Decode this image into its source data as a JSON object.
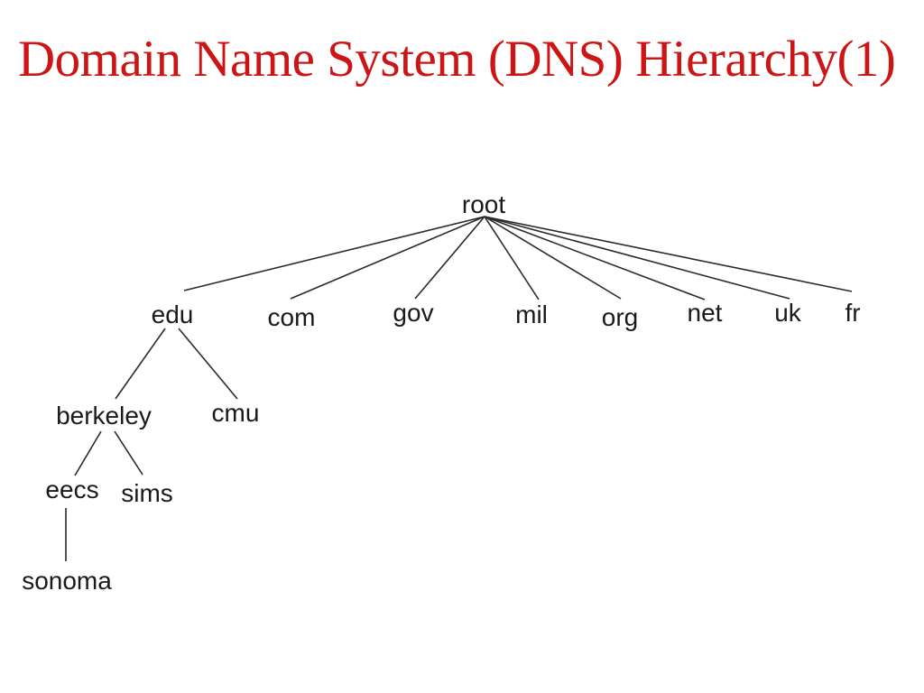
{
  "title": "Domain Name System (DNS) Hierarchy(1)",
  "colors": {
    "title": "#cc1616",
    "node_text": "#1a1a1a",
    "edge_line": "#2a2a2a",
    "background": "#ffffff"
  },
  "nodes": {
    "root": {
      "label": "root"
    },
    "edu": {
      "label": "edu"
    },
    "com": {
      "label": "com"
    },
    "gov": {
      "label": "gov"
    },
    "mil": {
      "label": "mil"
    },
    "org": {
      "label": "org"
    },
    "net": {
      "label": "net"
    },
    "uk": {
      "label": "uk"
    },
    "fr": {
      "label": "fr"
    },
    "berkeley": {
      "label": "berkeley"
    },
    "cmu": {
      "label": "cmu"
    },
    "eecs": {
      "label": "eecs"
    },
    "sims": {
      "label": "sims"
    },
    "sonoma": {
      "label": "sonoma"
    }
  },
  "tree": {
    "edges": [
      [
        "root",
        "edu"
      ],
      [
        "root",
        "com"
      ],
      [
        "root",
        "gov"
      ],
      [
        "root",
        "mil"
      ],
      [
        "root",
        "org"
      ],
      [
        "root",
        "net"
      ],
      [
        "root",
        "uk"
      ],
      [
        "root",
        "fr"
      ],
      [
        "edu",
        "berkeley"
      ],
      [
        "edu",
        "cmu"
      ],
      [
        "berkeley",
        "eecs"
      ],
      [
        "berkeley",
        "sims"
      ],
      [
        "eecs",
        "sonoma"
      ]
    ]
  }
}
